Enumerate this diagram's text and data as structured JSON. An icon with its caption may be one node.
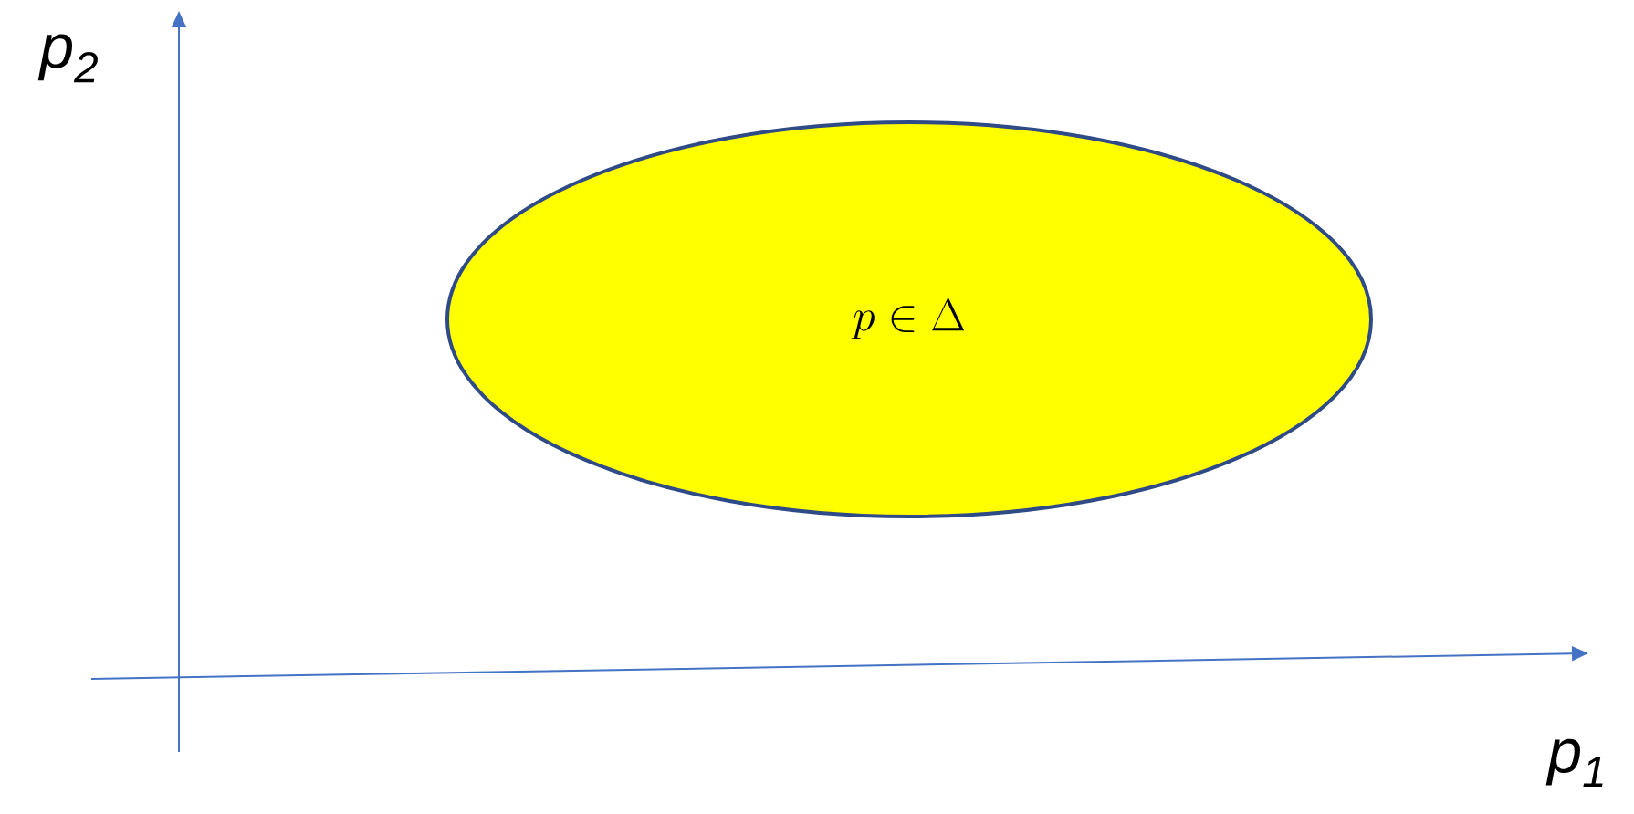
{
  "diagram": {
    "nodes": [
      {
        "text": [
          "p \\in \\Delta"
        ]
      }
    ],
    "labels": [
      "p$_{2}$",
      "p$_{1}$"
    ]
  }
}
